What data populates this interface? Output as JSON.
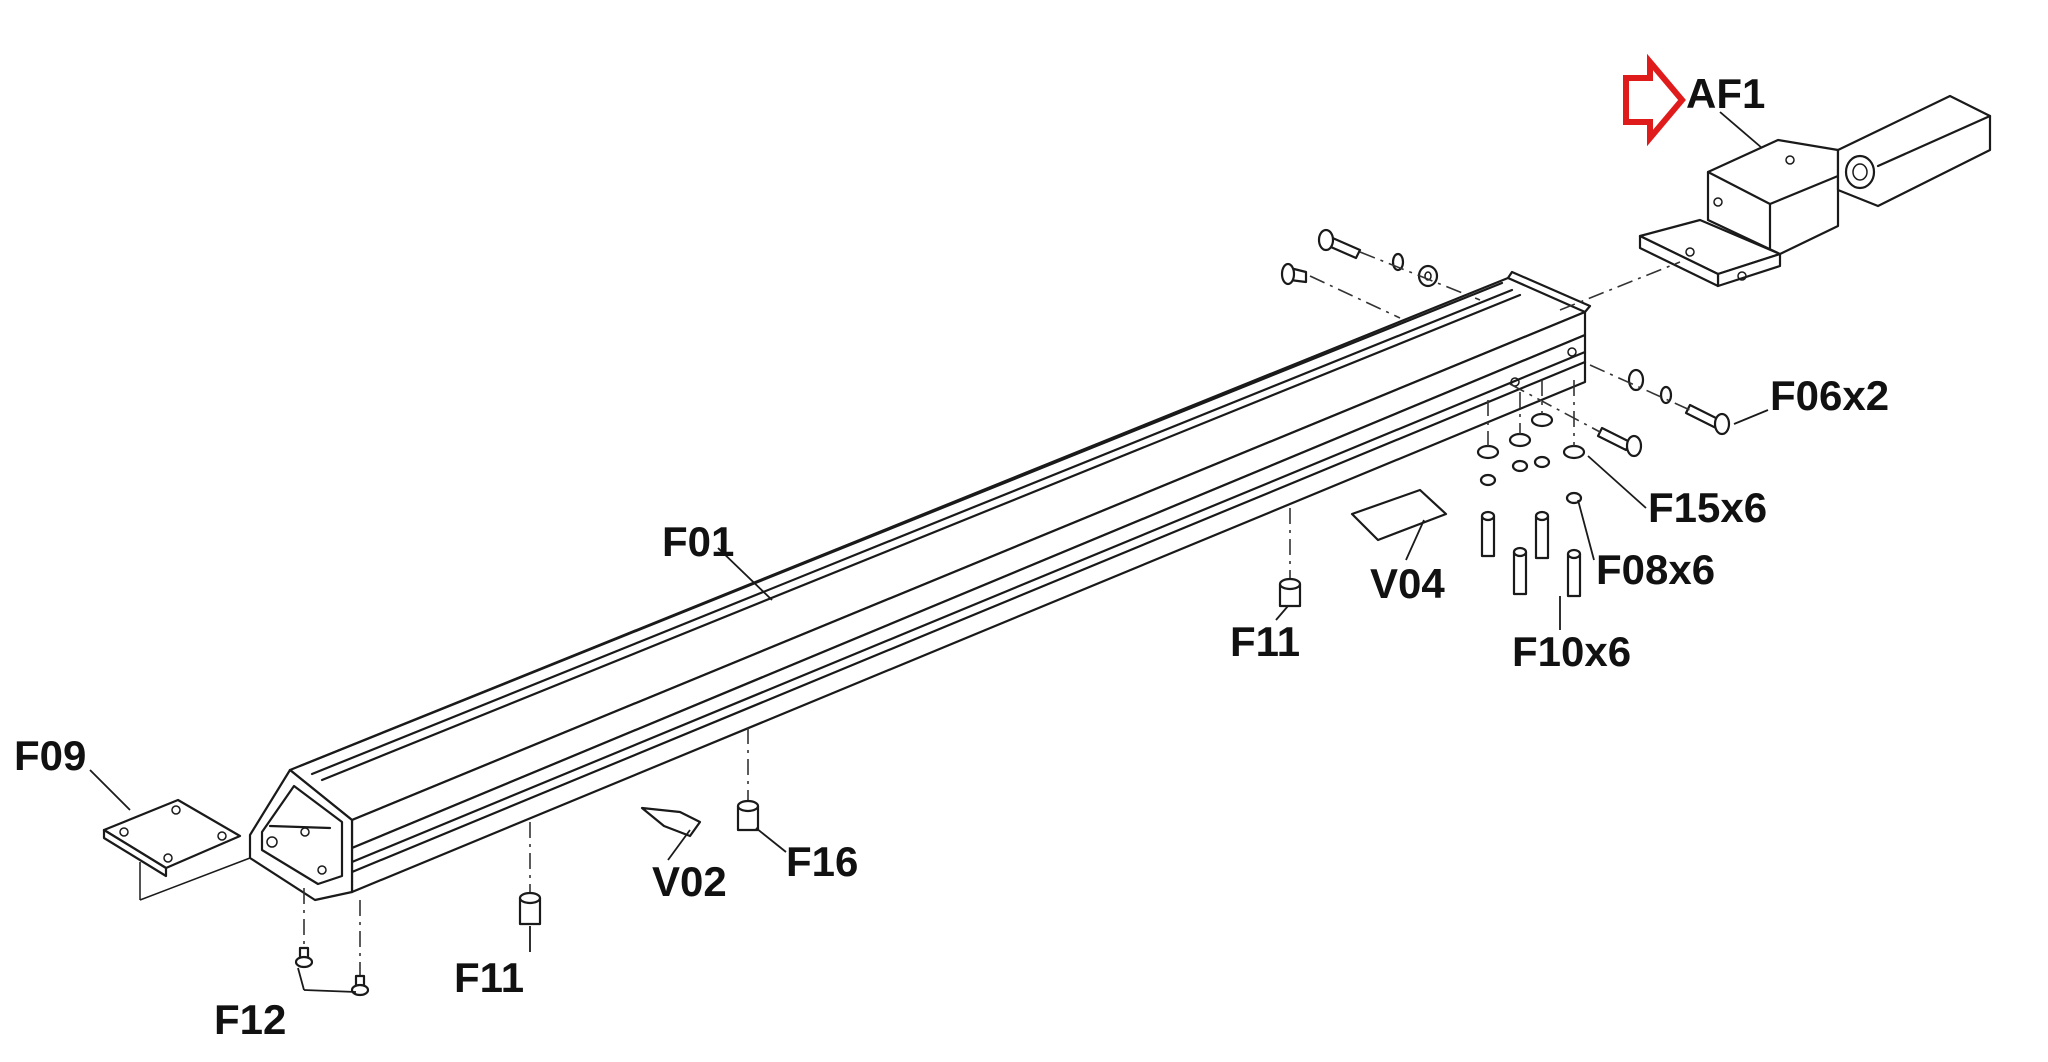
{
  "labels": {
    "af1": "AF1",
    "f06": "F06x2",
    "f15": "F15x6",
    "f08": "F08x6",
    "v04": "V04",
    "f10": "F10x6",
    "f11_right": "F11",
    "f01": "F01",
    "f09": "F09",
    "v02": "V02",
    "f16": "F16",
    "f11_left": "F11",
    "f12": "F12"
  },
  "colors": {
    "ink": "#1a1a1a",
    "highlight_arrow": "#e01b1b",
    "background": "#ffffff"
  },
  "icons": {
    "highlight": "red-outline-arrow-icon"
  }
}
